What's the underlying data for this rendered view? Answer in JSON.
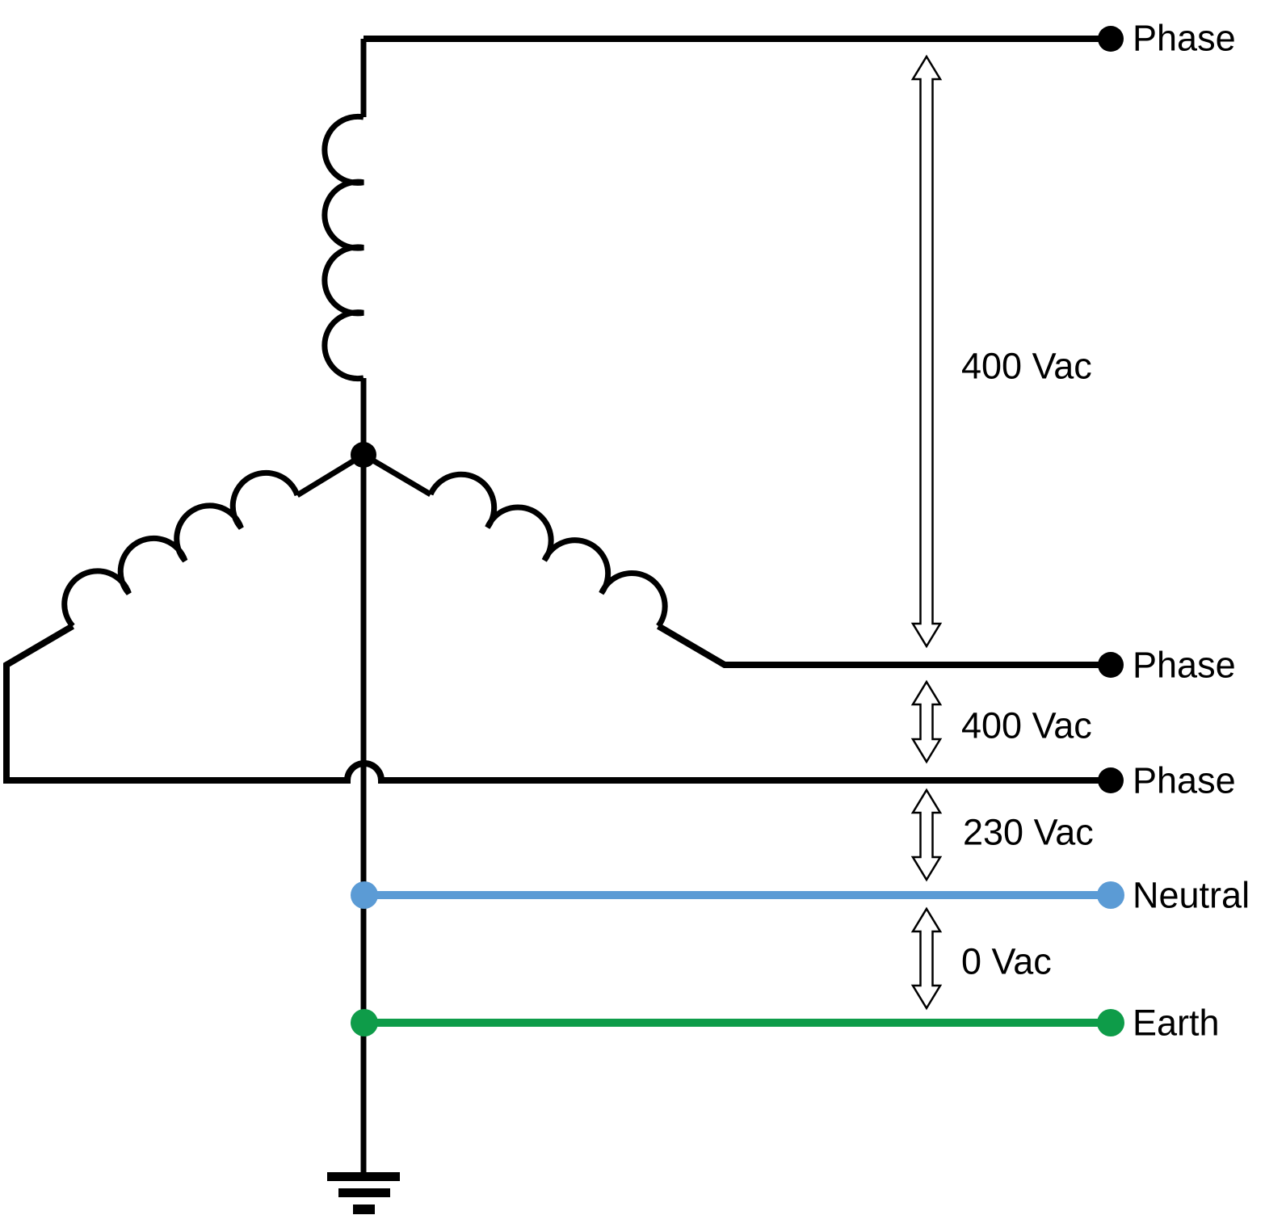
{
  "diagram": {
    "terminals": [
      {
        "id": "phase-top",
        "label": "Phase"
      },
      {
        "id": "phase-middle",
        "label": "Phase"
      },
      {
        "id": "phase-bottom",
        "label": "Phase"
      },
      {
        "id": "neutral",
        "label": "Neutral"
      },
      {
        "id": "earth",
        "label": "Earth"
      }
    ],
    "voltage_annotations": [
      {
        "between": "phase-top and phase-middle",
        "label": "400 Vac"
      },
      {
        "between": "phase-middle and phase-bottom",
        "label": "400 Vac"
      },
      {
        "between": "phase-bottom and neutral",
        "label": "230 Vac"
      },
      {
        "between": "neutral and earth",
        "label": "0 Vac"
      }
    ],
    "colors": {
      "wire_black": "#000000",
      "neutral_blue": "#5B9BD5",
      "earth_green": "#0E9C49",
      "arrow_fill": "#FFFFFF",
      "background": "#FFFFFF"
    }
  }
}
